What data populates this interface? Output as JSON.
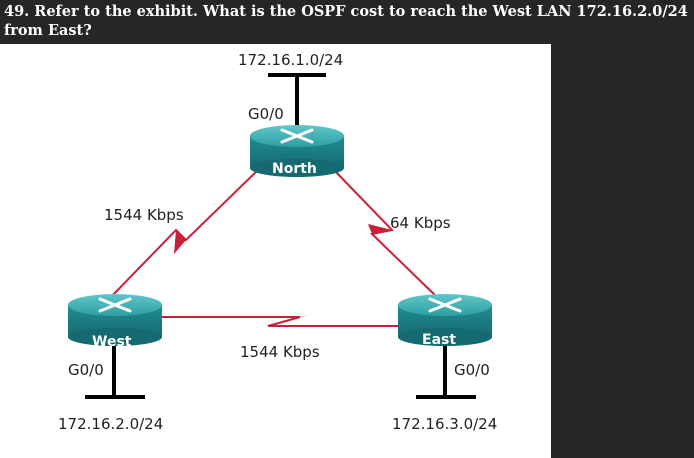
{
  "question": {
    "text": "49. Refer to the exhibit. What is the OSPF cost to reach the West LAN 172.16.2.0/24 from East?"
  },
  "exhibit": {
    "routers": {
      "north": {
        "name": "North",
        "interface": "G0/0",
        "lan": "172.16.1.0/24"
      },
      "west": {
        "name": "West",
        "interface": "G0/0",
        "lan": "172.16.2.0/24"
      },
      "east": {
        "name": "East",
        "interface": "G0/0",
        "lan": "172.16.3.0/24"
      }
    },
    "links": {
      "north_west": {
        "bandwidth": "1544 Kbps"
      },
      "north_east": {
        "bandwidth": "64 Kbps"
      },
      "west_east": {
        "bandwidth": "1544 Kbps"
      }
    },
    "colors": {
      "serial_link": "#c8203a",
      "router_body": "#1d8a90",
      "router_top": "#3fb4b8",
      "ethernet": "#000000",
      "background_outer": "#262626"
    }
  }
}
